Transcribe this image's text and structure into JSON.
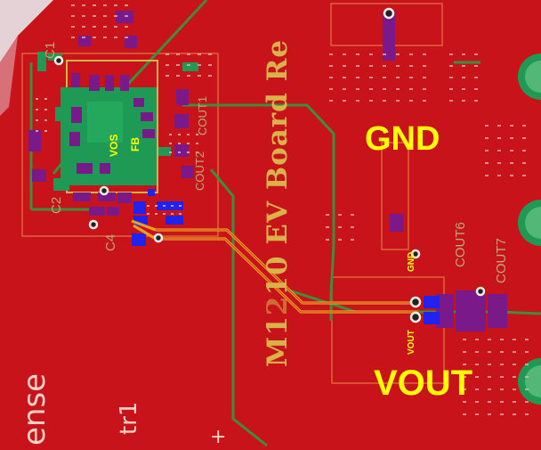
{
  "board": {
    "title_prefix": "M1",
    "title_suffix": "10 EV Board Re",
    "net_labels": {
      "gnd": "GND",
      "vout": "VOUT"
    },
    "pad_labels": {
      "gnd": "GND",
      "vout": "VOUT"
    },
    "ic_pin_labels": {
      "vos": "VOS",
      "fb": "FB"
    },
    "edge_text": {
      "sense": "ense",
      "ctrl": "tr1",
      "plus": "+"
    },
    "designators": {
      "c1": "C1",
      "c2": "C2",
      "c4": "C4",
      "cout1": "COUT1",
      "cout2": "COUT2",
      "cout6": "COUT6",
      "cout7": "COUT7"
    },
    "colors": {
      "board_red": "#cc1111",
      "copper_green": "#1f9a55",
      "trace_orange": "#e8a020",
      "silkscreen_yellow": "#d9b34a",
      "net_label_yellow": "#ffff00",
      "pad_purple": "#7a1a8a",
      "pad_blue": "#2222ee"
    }
  }
}
